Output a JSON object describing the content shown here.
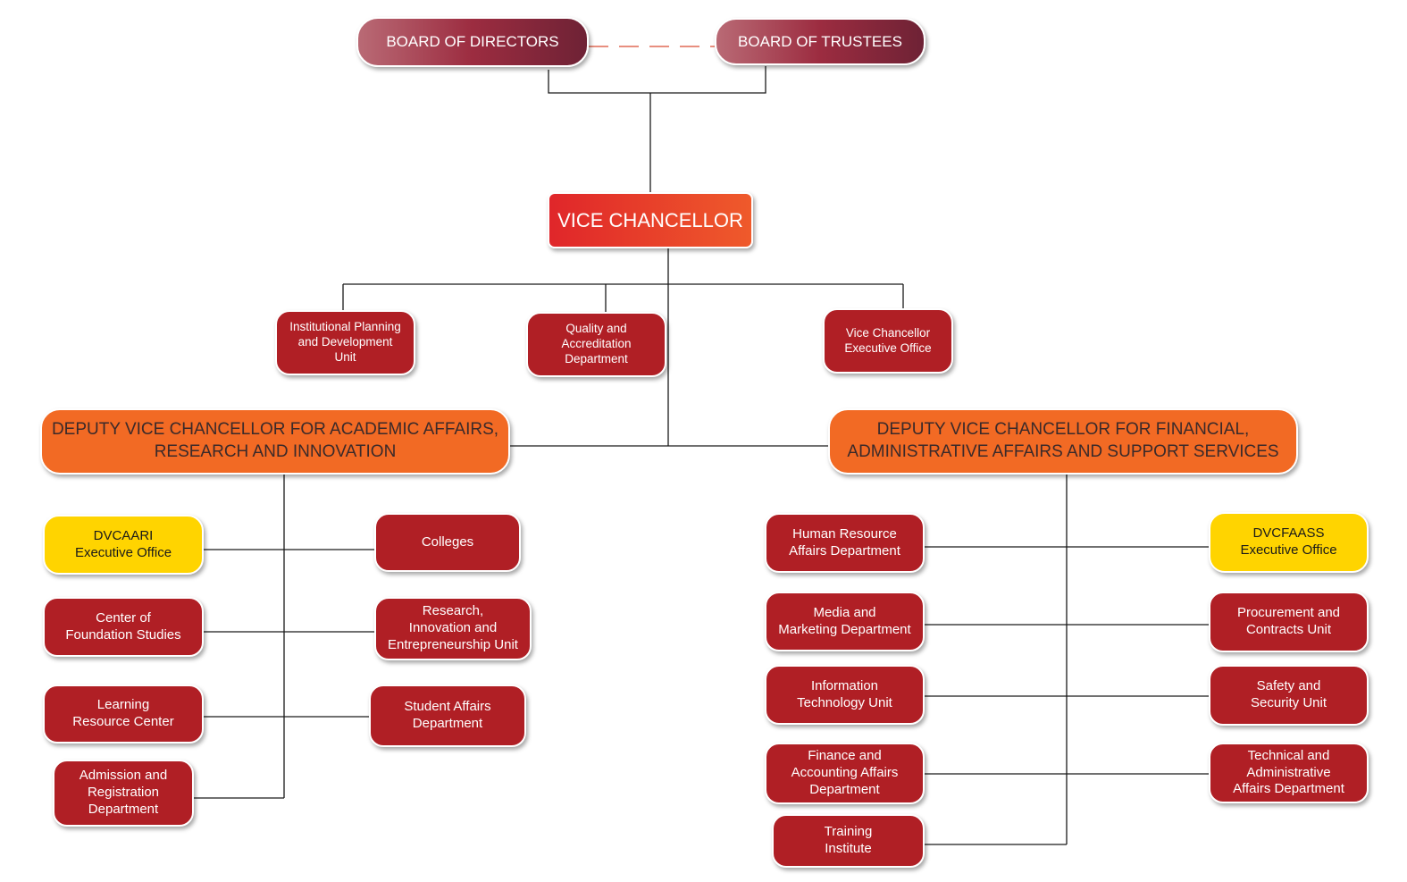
{
  "chart": {
    "board_of_directors": "BOARD OF DIRECTORS",
    "board_of_trustees": "BOARD OF TRUSTEES",
    "vice_chancellor": "VICE CHANCELLOR",
    "vc_units": {
      "institutional_planning": "Institutional Planning\nand Development\nUnit",
      "quality_accreditation": "Quality and\nAccreditation\nDepartment",
      "vc_executive_office": "Vice Chancellor\nExecutive Office"
    },
    "dvc_academic": {
      "title": "DEPUTY VICE CHANCELLOR FOR ACADEMIC AFFAIRS,\nRESEARCH AND INNOVATION",
      "executive_office": "DVCAARI\nExecutive Office",
      "left_units": [
        "Center of\nFoundation Studies",
        "Learning\nResource Center",
        "Admission and\nRegistration\nDepartment"
      ],
      "right_units": [
        "Colleges",
        "Research,\nInnovation  and\nEntrepreneurship Unit",
        "Student Affairs\nDepartment"
      ]
    },
    "dvc_financial": {
      "title": "DEPUTY VICE CHANCELLOR FOR FINANCIAL,\nADMINISTRATIVE AFFAIRS AND SUPPORT SERVICES",
      "executive_office": "DVCFAASS\nExecutive Office",
      "left_units": [
        "Human Resource\nAffairs Department",
        "Media and\nMarketing Department",
        "Information\nTechnology Unit",
        "Finance and\nAccounting Affairs\nDepartment",
        "Training\nInstitute"
      ],
      "right_units": [
        "Procurement and\nContracts Unit",
        "Safety and\nSecurity Unit",
        "Technical and\nAdministrative\nAffairs Department"
      ]
    }
  },
  "colors": {
    "board_gradient_start": "#b96a75",
    "board_gradient_end": "#6e2235",
    "vice_chancellor": "#e0262a",
    "deputy": "#f26a24",
    "unit": "#b01f25",
    "executive_office": "#ffd400",
    "connector": "#1a1a1a",
    "dashed_link": "#e06a55"
  }
}
